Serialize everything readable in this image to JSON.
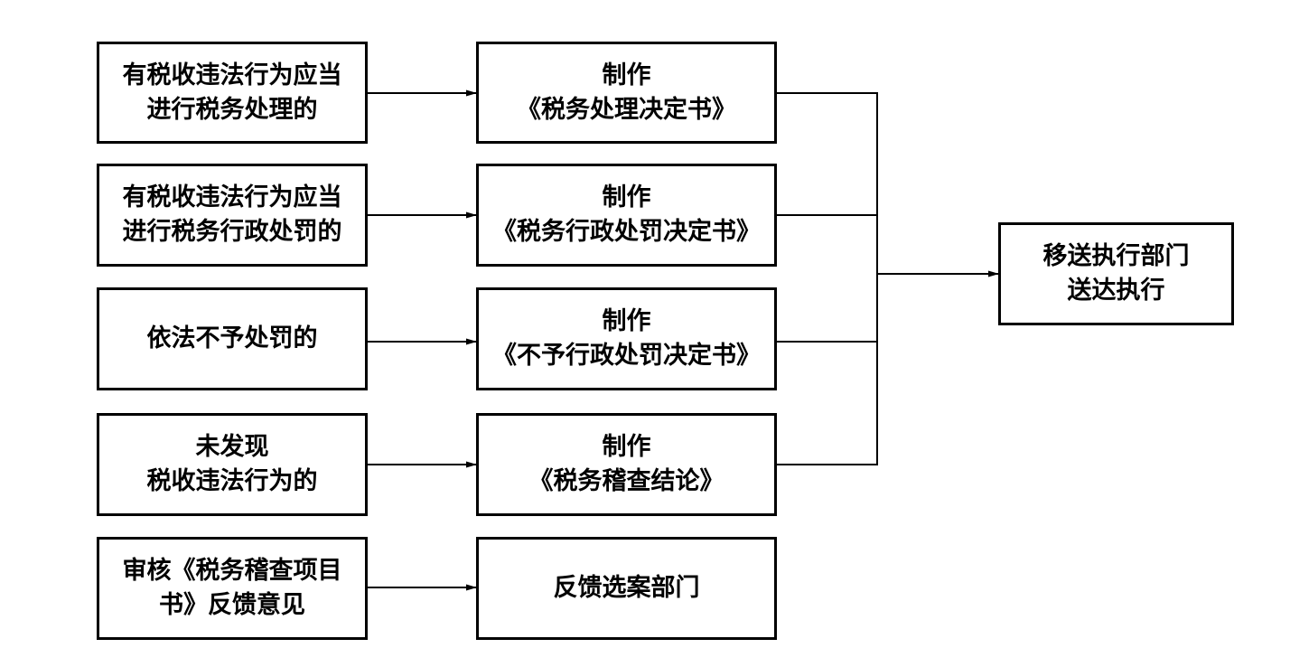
{
  "conditions": [
    {
      "lines": [
        "有税收违法行为应当",
        "进行税务处理的"
      ]
    },
    {
      "lines": [
        "有税收违法行为应当",
        "进行税务行政处罚的"
      ]
    },
    {
      "lines": [
        "依法不予处罚的"
      ]
    },
    {
      "lines": [
        "未发现",
        "税收违法行为的"
      ]
    },
    {
      "lines": [
        "审核《税务稽查项目",
        "书》反馈意见"
      ]
    }
  ],
  "actions": [
    {
      "lines": [
        "制作",
        "《税务处理决定书》"
      ]
    },
    {
      "lines": [
        "制作",
        "《税务行政处罚决定书》"
      ]
    },
    {
      "lines": [
        "制作",
        "《不予行政处罚决定书》"
      ]
    },
    {
      "lines": [
        "制作",
        "《税务稽查结论》"
      ]
    },
    {
      "lines": [
        "反馈选案部门"
      ]
    }
  ],
  "final": {
    "lines": [
      "移送执行部门",
      "送达执行"
    ]
  }
}
